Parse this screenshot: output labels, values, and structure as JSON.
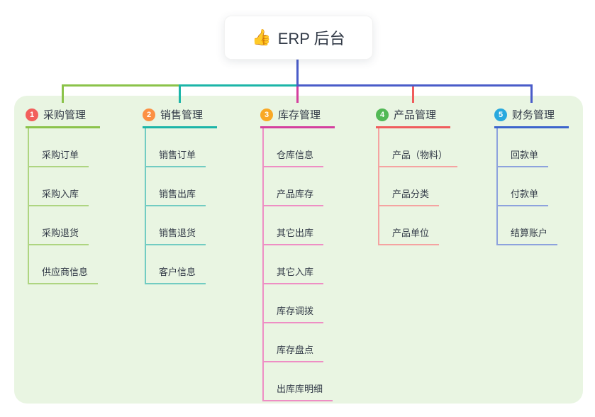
{
  "root": {
    "icon": "👍",
    "title": "ERP 后台"
  },
  "connector_color": "#4a5cc9",
  "panel_color": "#e9f5e2",
  "branches": [
    {
      "badge": "1",
      "label": "采购管理",
      "badge_color": "#f25f5c",
      "line_color": "#8bc34a",
      "child_line_color": "#aed581",
      "children": [
        "采购订单",
        "采购入库",
        "采购退货",
        "供应商信息"
      ]
    },
    {
      "badge": "2",
      "label": "销售管理",
      "badge_color": "#fc9043",
      "line_color": "#1cb5a8",
      "child_line_color": "#72ccc2",
      "children": [
        "销售订单",
        "销售出库",
        "销售退货",
        "客户信息"
      ]
    },
    {
      "badge": "3",
      "label": "库存管理",
      "badge_color": "#f9a825",
      "line_color": "#d43f9e",
      "child_line_color": "#ee8ec4",
      "children": [
        "仓库信息",
        "产品库存",
        "其它出库",
        "其它入库",
        "库存调拨",
        "库存盘点",
        "出库库明细"
      ]
    },
    {
      "badge": "4",
      "label": "产品管理",
      "badge_color": "#53b956",
      "line_color": "#f05c5c",
      "child_line_color": "#f5a3a1",
      "children": [
        "产品（物料）",
        "产品分类",
        "产品单位"
      ]
    },
    {
      "badge": "5",
      "label": "财务管理",
      "badge_color": "#29a9de",
      "line_color": "#3c64cc",
      "child_line_color": "#8da2dd",
      "children": [
        "回款单",
        "付款单",
        "结算账户"
      ]
    }
  ]
}
